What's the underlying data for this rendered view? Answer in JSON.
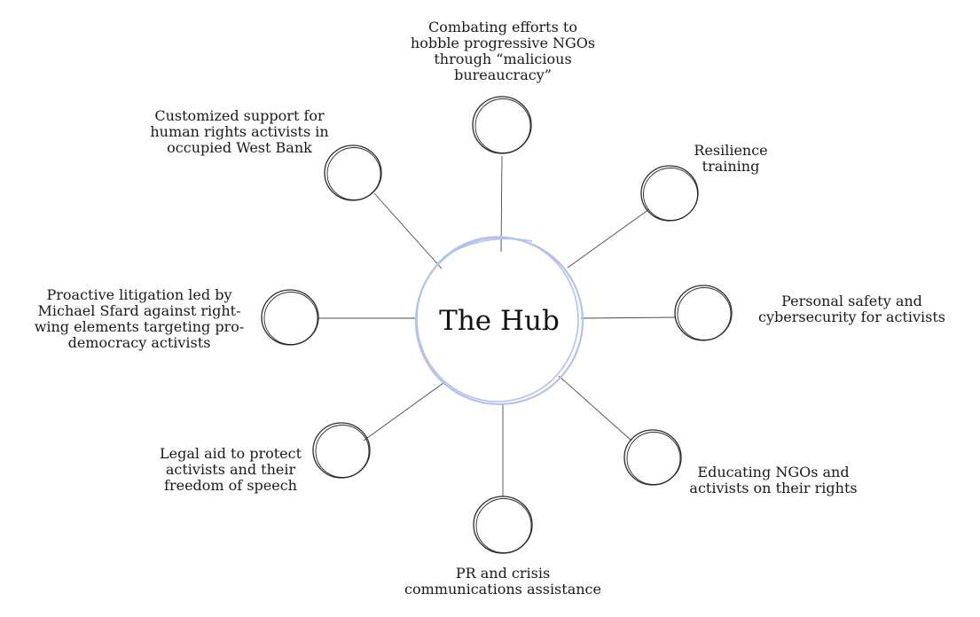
{
  "hub": {
    "title": "The Hub",
    "ring_color": "#b4c0ee"
  },
  "nodes": [
    {
      "id": "ngo-bureaucracy",
      "label": "Combating efforts to\nhobble progressive NGOs\nthrough “malicious\nbureaucracy”"
    },
    {
      "id": "resilience",
      "label": "Resilience\ntraining"
    },
    {
      "id": "safety",
      "label": "Personal safety and\ncybersecurity for activists"
    },
    {
      "id": "educating",
      "label": "Educating NGOs and\nactivists on their rights"
    },
    {
      "id": "pr",
      "label": "PR and crisis\ncommunications assistance"
    },
    {
      "id": "legal-aid",
      "label": "Legal aid to protect\nactivists and their\nfreedom of speech"
    },
    {
      "id": "litigation",
      "label": "Proactive litigation led by\nMichael Sfard against right-\nwing elements targeting pro-\ndemocracy activists"
    },
    {
      "id": "west-bank",
      "label": "Customized support for\nhuman rights activists in\noccupied West Bank"
    }
  ],
  "colors": {
    "line": "#4a4a4a",
    "circle": "#2b2b2b",
    "text": "#1a1a1a"
  }
}
